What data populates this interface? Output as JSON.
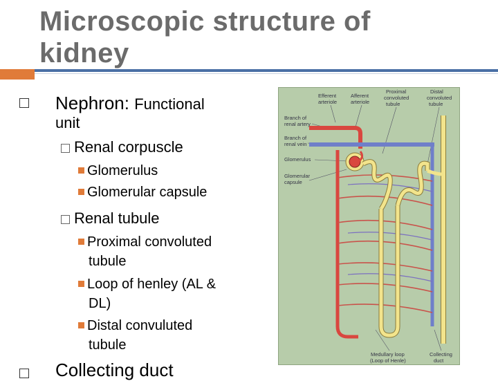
{
  "slide": {
    "title_line1": "Microscopic structure of",
    "title_line2": "kidney",
    "bullets": {
      "nephron_head": "Nephron:",
      "nephron_rest": "Functional",
      "nephron_cont": "unit",
      "renal_corpuscle": "Renal corpuscle",
      "glomerulus": "Glomerulus",
      "glomerular_capsule": "Glomerular capsule",
      "renal_tubule": "Renal tubule",
      "pct_line1": "Proximal convoluted",
      "pct_line2": "tubule",
      "loop_line1": "Loop of henley (AL &",
      "loop_line2": "DL)",
      "dct_line1": "Distal convuluted",
      "dct_line2": "tubule",
      "collecting_duct": "Collecting duct"
    }
  },
  "figure": {
    "labels": {
      "efferent_1": "Efferent",
      "efferent_2": "arteriole",
      "afferent_1": "Afferent",
      "afferent_2": "arteriole",
      "proximal_1": "Proximal",
      "proximal_2": "convoluted",
      "proximal_3": "tubule",
      "distal_1": "Distal",
      "distal_2": "convoluted",
      "distal_3": "tubule",
      "artery_1": "Branch of",
      "artery_2": "renal artery",
      "vein_1": "Branch of",
      "vein_2": "renal vein",
      "glomerulus": "Glomerulus",
      "capsule_1": "Glomerular",
      "capsule_2": "capsule",
      "loop_1": "Medullary loop",
      "loop_2": "(Loop of Henle)",
      "collecting_1": "Collecting",
      "collecting_2": "duct"
    },
    "colors": {
      "background": "#b7ccaa",
      "artery": "#d9473f",
      "vein": "#6f7fc9",
      "tubule": "#f2e48c"
    }
  }
}
